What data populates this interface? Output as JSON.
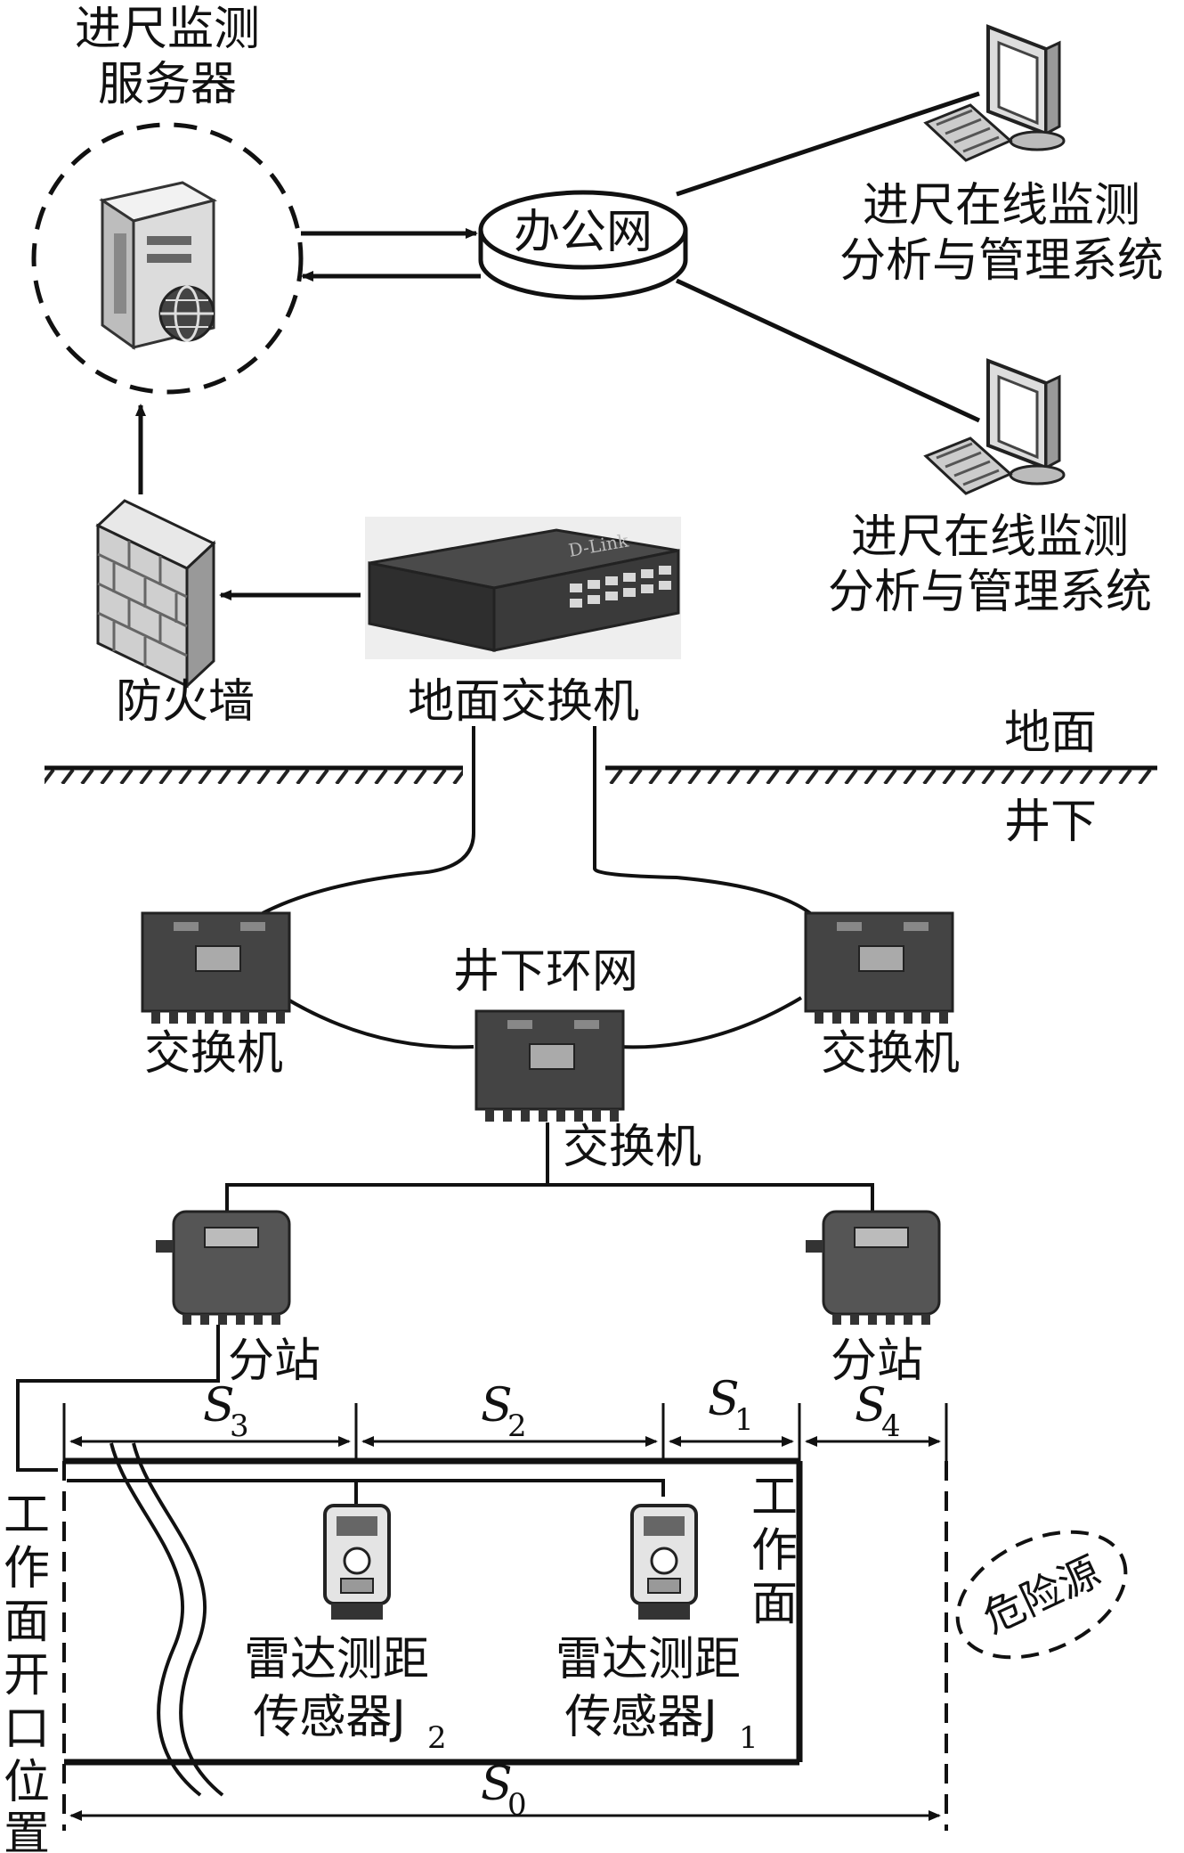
{
  "labels": {
    "server": [
      "进尺监测",
      "服务器"
    ],
    "office_net": "办公网",
    "system_top": [
      "进尺在线监测",
      "分析与管理系统"
    ],
    "system_bottom": [
      "进尺在线监测",
      "分析与管理系统"
    ],
    "firewall": "防火墙",
    "ground_switch": "地面交换机",
    "switch_brand": "D-Link",
    "ground": "地面",
    "underground": "井下",
    "ring_network": "井下环网",
    "switch_left": "交换机",
    "switch_right": "交换机",
    "switch_center": "交换机",
    "substation_left": "分站",
    "substation_right": "分站",
    "work_face": [
      "工",
      "作",
      "面"
    ],
    "opening": [
      "工",
      "作",
      "面",
      "开",
      "口",
      "位",
      "置"
    ],
    "hazard": "危险源",
    "sensor_j2": [
      "雷达测距",
      "传感器J"
    ],
    "sensor_j2_sub": "2",
    "sensor_j1": [
      "雷达测距",
      "传感器J"
    ],
    "sensor_j1_sub": "1"
  },
  "distances": [
    {
      "symbol": "S",
      "sub": "3"
    },
    {
      "symbol": "S",
      "sub": "2"
    },
    {
      "symbol": "S",
      "sub": "1"
    },
    {
      "symbol": "S",
      "sub": "4"
    },
    {
      "symbol": "S",
      "sub": "0"
    }
  ]
}
